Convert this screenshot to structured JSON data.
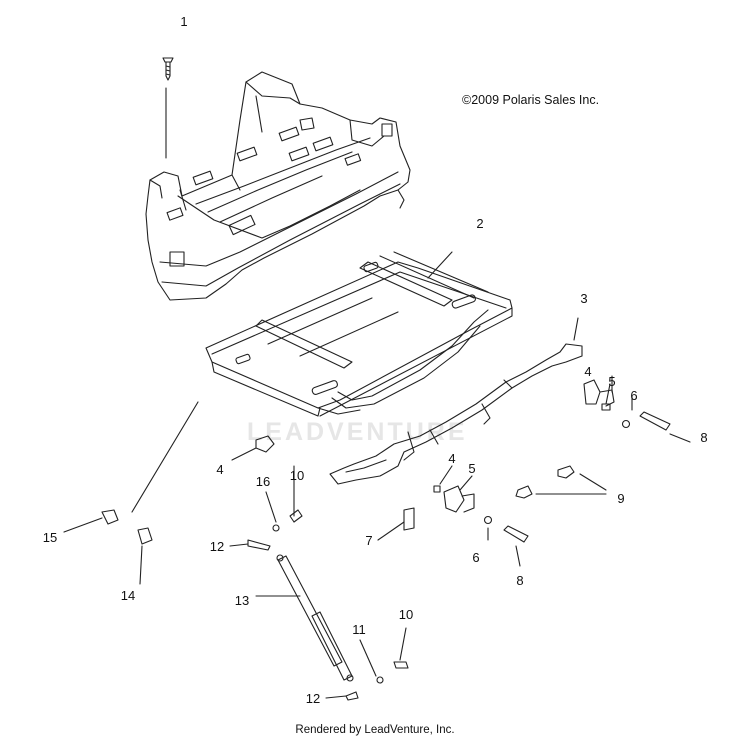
{
  "copyright": "©2009 Polaris Sales Inc.",
  "footer": "Rendered by LeadVenture, Inc.",
  "watermark": "LEADVENTURE",
  "callouts": [
    {
      "id": "c1",
      "label": "1"
    },
    {
      "id": "c2",
      "label": "2"
    },
    {
      "id": "c3",
      "label": "3"
    },
    {
      "id": "c4a",
      "label": "4"
    },
    {
      "id": "c5a",
      "label": "5"
    },
    {
      "id": "c6a",
      "label": "6"
    },
    {
      "id": "c8a",
      "label": "8"
    },
    {
      "id": "c4b",
      "label": "4"
    },
    {
      "id": "c4c",
      "label": "4"
    },
    {
      "id": "c5b",
      "label": "5"
    },
    {
      "id": "c9",
      "label": "9"
    },
    {
      "id": "c16",
      "label": "16"
    },
    {
      "id": "c10a",
      "label": "10"
    },
    {
      "id": "c7",
      "label": "7"
    },
    {
      "id": "c6b",
      "label": "6"
    },
    {
      "id": "c8b",
      "label": "8"
    },
    {
      "id": "c15",
      "label": "15"
    },
    {
      "id": "c12a",
      "label": "12"
    },
    {
      "id": "c14",
      "label": "14"
    },
    {
      "id": "c13",
      "label": "13"
    },
    {
      "id": "c11",
      "label": "11"
    },
    {
      "id": "c10b",
      "label": "10"
    },
    {
      "id": "c12b",
      "label": "12"
    }
  ]
}
